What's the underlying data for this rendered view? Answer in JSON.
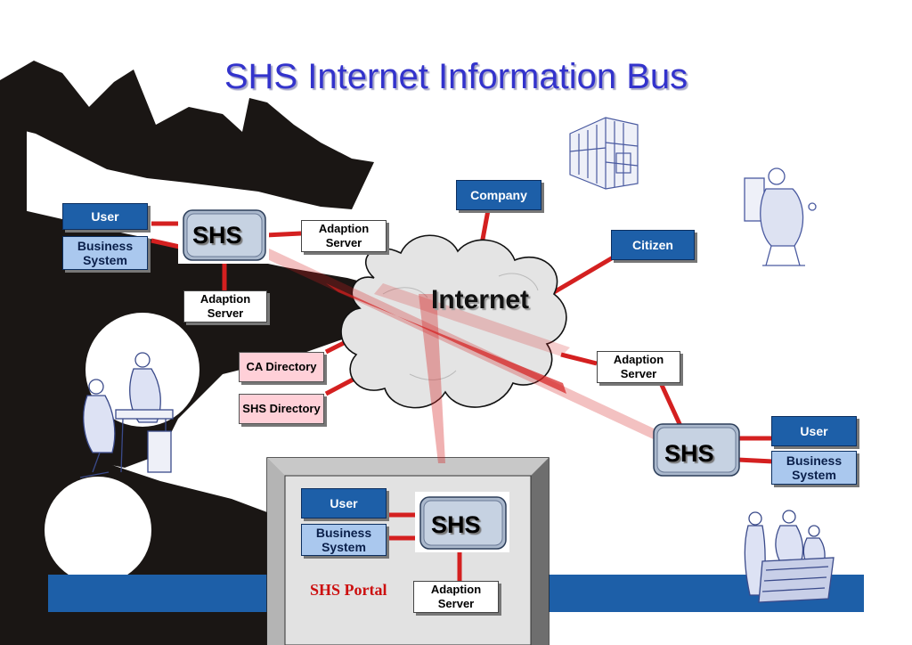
{
  "title": "SHS Internet Information Bus",
  "cloud_label": "Internet",
  "shs_label": "SHS",
  "portal_label": "SHS Portal",
  "nodes": {
    "user_left": "User",
    "business_left": "Business System",
    "adaption_top": "Adaption Server",
    "adaption_left": "Adaption Server",
    "ca_directory": "CA Directory",
    "shs_directory": "SHS Directory",
    "company": "Company",
    "citizen": "Citizen",
    "adaption_right": "Adaption Server",
    "user_right": "User",
    "business_right": "Business System",
    "user_portal": "User",
    "business_portal": "Business System",
    "adaption_portal": "Adaption Server"
  },
  "colors": {
    "title": "#3333cc",
    "link": "#d42020",
    "box_dark": "#1d5fa8",
    "box_light": "#aac8ee",
    "directory": "#ffd0d8",
    "band": "#1d5fa8",
    "portal": "#cc1010"
  },
  "icons": [
    "office-building-icon",
    "seated-worker-icon",
    "desk-worker-icon",
    "meeting-group-icon",
    "crown-silhouette-icon"
  ]
}
